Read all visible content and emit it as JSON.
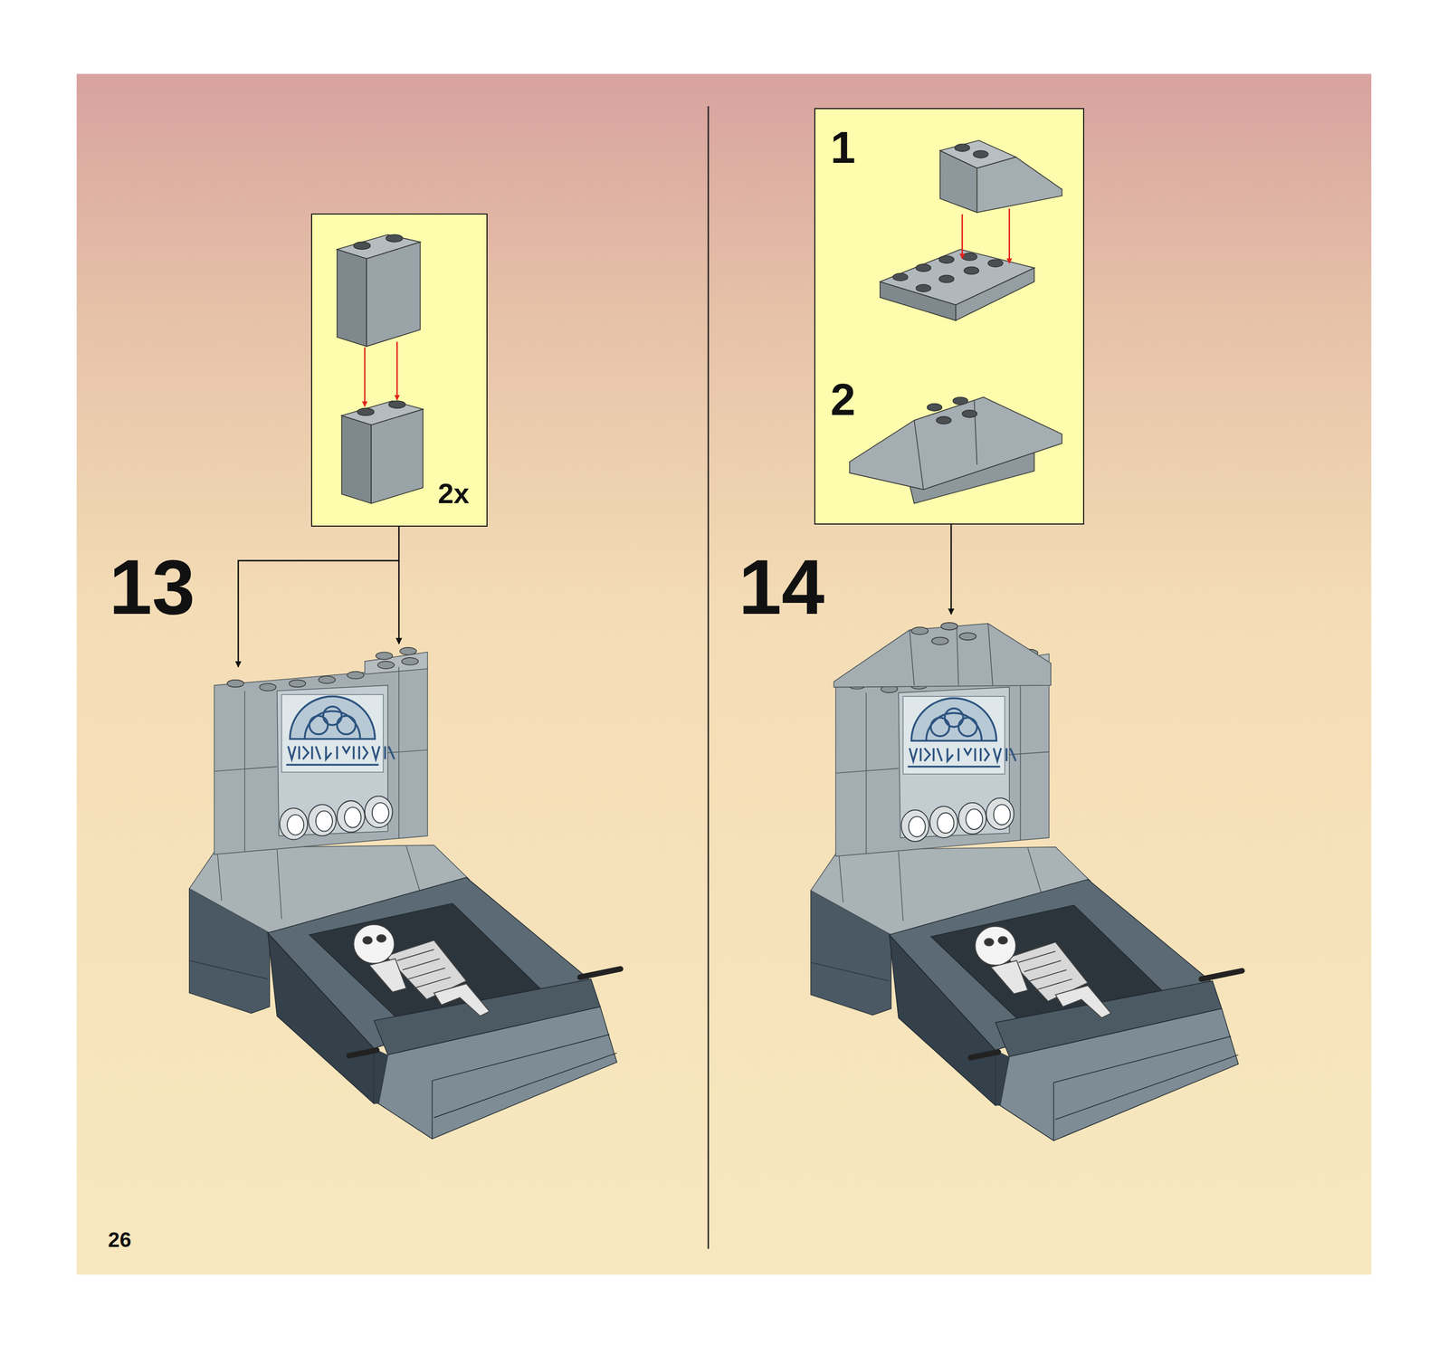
{
  "diagram": {
    "nodes": [
      {
        "text": [
          "2x"
        ]
      },
      {
        "text": [
          "1",
          "2"
        ]
      }
    ],
    "labels": [
      "13",
      "14",
      "26"
    ]
  }
}
